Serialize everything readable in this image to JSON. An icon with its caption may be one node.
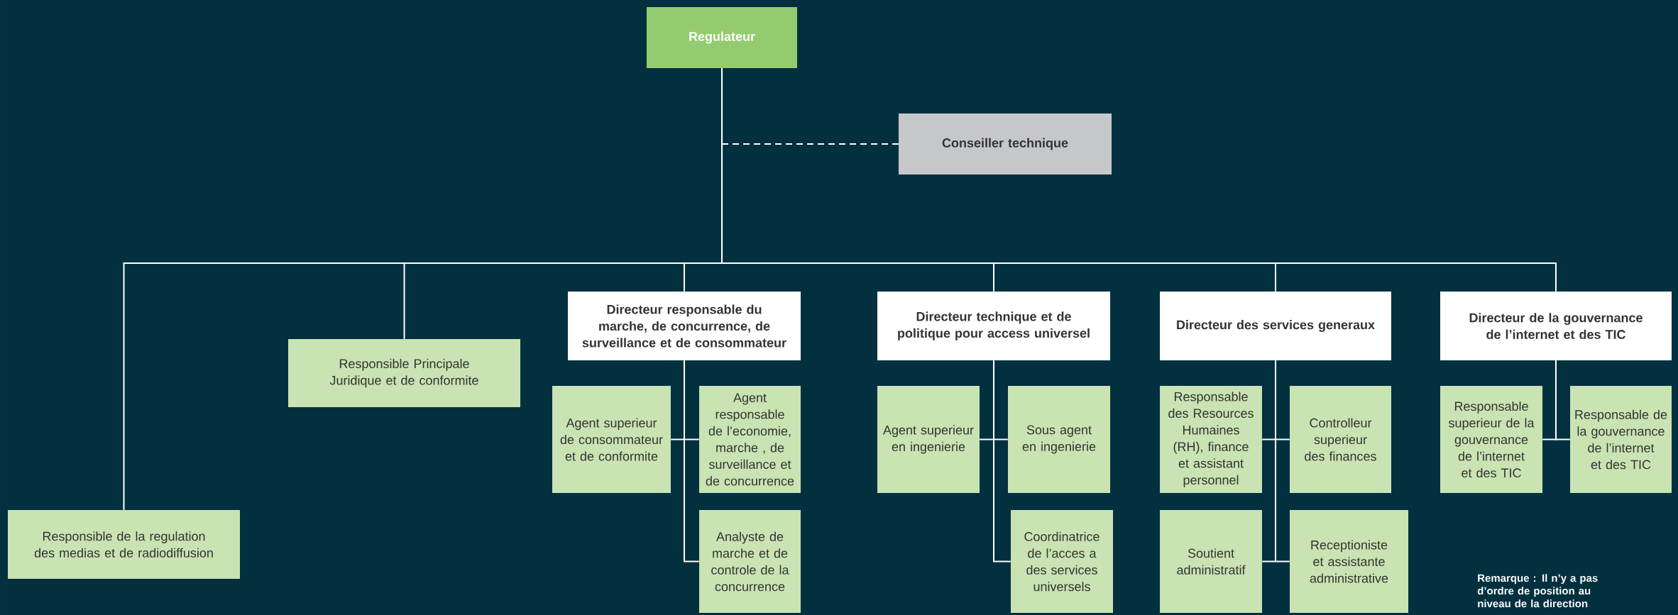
{
  "diagram": {
    "nodes": [
      {
        "text": [
          "Regulateur"
        ]
      },
      {
        "text": [
          "Conseiller technique"
        ]
      },
      {
        "text": [
          "Responsible de la regulation des medias et de radiodiffusion"
        ]
      },
      {
        "text": [
          "Responsible Principale Juridique et de conformite"
        ]
      },
      {
        "text": [
          "Directeur responsable du marche, de concurrence, de surveillance et de consommateur"
        ]
      },
      {
        "text": [
          "Agent superieur de consommateur et de conformite"
        ]
      },
      {
        "text": [
          "Agent responsable de l’economie, marche , de surveillance et de concurrence"
        ]
      },
      {
        "text": [
          "Analyste de marche et de controle de la concurrence"
        ]
      },
      {
        "text": [
          "Directeur technique et de politique pour access universel"
        ]
      },
      {
        "text": [
          "Agent superieur en ingenierie"
        ]
      },
      {
        "text": [
          "Sous agent en ingenierie"
        ]
      },
      {
        "text": [
          "Coordinatrice de l’acces a des services universels"
        ]
      },
      {
        "text": [
          "Directeur des services generaux"
        ]
      },
      {
        "text": [
          "Responsable des Resources Humaines (RH), finance et assistant personnel"
        ]
      },
      {
        "text": [
          "Controlleur superieur des finances"
        ]
      },
      {
        "text": [
          "Soutient administratif"
        ]
      },
      {
        "text": [
          "Receptioniste et assistante administrative"
        ]
      },
      {
        "text": [
          "Directeur de la gouvernance de l’internet et des TIC"
        ]
      },
      {
        "text": [
          "Responsable superieur de la gouvernance de l’internet et des TIC"
        ]
      },
      {
        "text": [
          "Responsable de la gouvernance de l’internet et des TIC"
        ]
      }
    ],
    "edges": [
      {
        "from": 0,
        "to": 1,
        "arrow": "none",
        "style": "dashed"
      },
      {
        "from": 0,
        "to": 2,
        "arrow": "none"
      },
      {
        "from": 0,
        "to": 3,
        "arrow": "none"
      },
      {
        "from": 0,
        "to": 4,
        "arrow": "none"
      },
      {
        "from": 0,
        "to": 8,
        "arrow": "none"
      },
      {
        "from": 0,
        "to": 12,
        "arrow": "none"
      },
      {
        "from": 0,
        "to": 17,
        "arrow": "none"
      },
      {
        "from": 4,
        "to": 5,
        "arrow": "none"
      },
      {
        "from": 4,
        "to": 6,
        "arrow": "none"
      },
      {
        "from": 4,
        "to": 7,
        "arrow": "none"
      },
      {
        "from": 8,
        "to": 9,
        "arrow": "none"
      },
      {
        "from": 8,
        "to": 10,
        "arrow": "none"
      },
      {
        "from": 8,
        "to": 11,
        "arrow": "none"
      },
      {
        "from": 12,
        "to": 13,
        "arrow": "none"
      },
      {
        "from": 12,
        "to": 14,
        "arrow": "none"
      },
      {
        "from": 12,
        "to": 15,
        "arrow": "none"
      },
      {
        "from": 12,
        "to": 16,
        "arrow": "none"
      },
      {
        "from": 17,
        "to": 18,
        "arrow": "none"
      },
      {
        "from": 17,
        "to": 19,
        "arrow": "none"
      }
    ],
    "labels": [
      "Remarque : Il n’y a pas d’ordre de position au niveau de la direction"
    ]
  }
}
